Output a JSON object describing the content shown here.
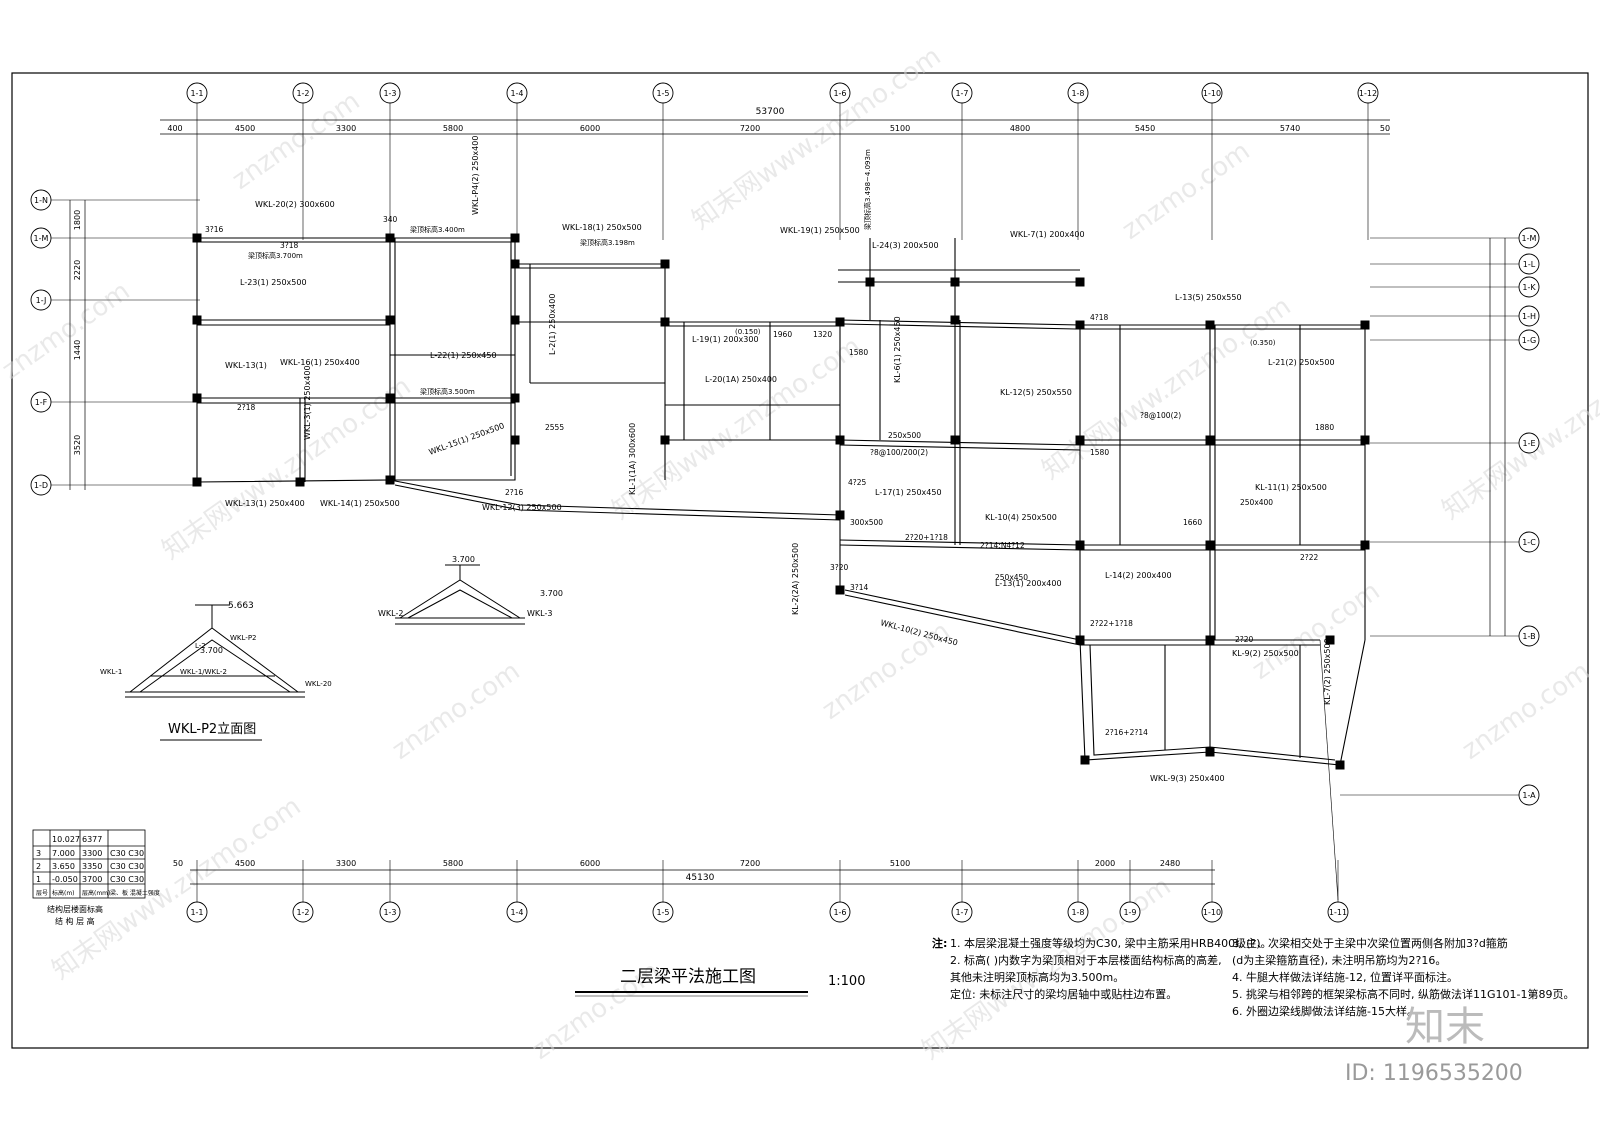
{
  "drawing": {
    "title": "二层梁平法施工图",
    "scale": "1:100",
    "elevation_caption": "WKL-P2立面图",
    "elevation_labels": [
      "5.663",
      "3.700",
      "WKL-1/WKL-2",
      "WKL-1",
      "WKL-20",
      "L-2",
      "WKL-P2"
    ],
    "section_labels": [
      "3.700",
      "3.700",
      "WKL-2",
      "WKL-3"
    ],
    "dimensions": {
      "top_total": "53700",
      "bottom_total": "45130",
      "top_spans": [
        "400",
        "4500",
        "3300",
        "5800",
        "6000",
        "7200",
        "5100",
        "4800",
        "5450",
        "5740",
        "50"
      ],
      "bottom_spans": [
        "50",
        "4500",
        "3300",
        "5800",
        "6000",
        "7200",
        "5100",
        "2000",
        "2480"
      ],
      "left_spans": [
        "1800",
        "2220",
        "1440",
        "3520"
      ]
    }
  },
  "axes": {
    "top": [
      "1-1",
      "1-2",
      "1-3",
      "1-4",
      "1-5",
      "1-6",
      "1-7",
      "1-8",
      "1-10",
      "1-12"
    ],
    "bottom": [
      "1-1",
      "1-2",
      "1-3",
      "1-4",
      "1-5",
      "1-6",
      "1-7",
      "1-8",
      "1-9",
      "1-10",
      "1-11"
    ],
    "left": [
      "1-N",
      "1-M",
      "1-J",
      "1-F",
      "1-D"
    ],
    "right": [
      "1-M",
      "1-L",
      "1-K",
      "1-H",
      "1-G",
      "1-E",
      "1-C",
      "1-B",
      "1-A"
    ]
  },
  "beam_labels": [
    "WKL-20(2) 300x600",
    "WKL-P4(2) 250x400",
    "WKL-18(1) 250x500",
    "WKL-19(1) 250x500",
    "L-24(3) 200x500",
    "WKL-7(1) 200x400",
    "L-23(1) 250x500",
    "WKL-13(1)",
    "WKL-16(1) 250x400",
    "L-22(1) 250x450",
    "L-2(1) 250x400",
    "L-19(1) 200x300",
    "L-20(1A) 250x400",
    "KL-12(5) 250x550",
    "L-13(5) 250x550",
    "L-21(2) 250x500",
    "WKL-3(1) 250x400",
    "WKL-15(1) 250x500",
    "KL-1(1A) 300x600",
    "L-17(1) 250x450",
    "KL-10(4) 250x500",
    "WKL-13(1) 250x400",
    "WKL-14(1) 250x500",
    "WKL-12(3) 250x500",
    "KL-2(2A) 250x500",
    "L-13(1) 200x400",
    "L-14(2) 200x400",
    "WKL-10(2) 250x450",
    "KL-9(2) 250x500",
    "KL-7(2) 250x500",
    "WKL-9(3) 250x400",
    "KL-11(1) 250x500",
    "KL-6(1) 250x450"
  ],
  "rebar_labels": [
    "3?16",
    "3?18",
    "2?18",
    "4?18",
    "2?16",
    "2?22",
    "3?20",
    "2?20+1?18",
    "2?16+2?14",
    "?8@100/200(2)",
    "2?14;N4?12",
    "?8@100(2)",
    "4?25",
    "2?22+1?18",
    "3?14",
    "2?20"
  ],
  "small_dims": [
    "340",
    "1960",
    "1320",
    "1580",
    "2555",
    "1580",
    "1660",
    "1880",
    "300x500",
    "250x450",
    "250x500",
    "250x400"
  ],
  "elevation_notes": [
    "梁顶标高3.700m",
    "梁顶标高3.400m",
    "梁顶标高3.198m",
    "梁顶标高3.498~4.093m",
    "梁顶标高3.500m",
    "(0.150)",
    "(0.350)"
  ],
  "floor_table": {
    "rows": [
      [
        "",
        "10.027",
        "6377",
        ""
      ],
      [
        "3",
        "7.000",
        "3300",
        "C30 C30"
      ],
      [
        "2",
        "3.650",
        "3350",
        "C30 C30"
      ],
      [
        "1",
        "-0.050",
        "3700",
        "C30 C30"
      ],
      [
        "层号",
        "标高(m)",
        "层高(mm)",
        "梁、板 混凝土强度"
      ]
    ],
    "caption1": "结构层楼面标高",
    "caption2": "结 构 层 高"
  },
  "notes": {
    "prefix": "注:",
    "lines": [
      "1. 本层梁混凝土强度等级均为C30, 梁中主筋采用HRB400级(?)。",
      "2. 标高( )内数字为梁顶相对于本层楼面结构标高的高差,",
      "   其他未注明梁顶标高均为3.500m。",
      "   定位: 未标注尺寸的梁均居轴中或贴柱边布置。"
    ],
    "lines_right": [
      "3. 主、次梁相交处于主梁中次梁位置两侧各附加3?d箍筋",
      "   (d为主梁箍筋直径), 未注明吊筋均为2?16。",
      "4. 牛腿大样做法详结施-12, 位置详平面标注。",
      "5. 挑梁与相邻跨的框架梁标高不同时, 纵筋做法详11G101-1第89页。",
      "6. 外圈边梁线脚做法详结施-15大样。"
    ]
  },
  "watermark": {
    "text": "znzmo.com",
    "text_cn": "知末网www.znzmo.com",
    "id": "ID: 1196535200",
    "logo": "知末"
  }
}
